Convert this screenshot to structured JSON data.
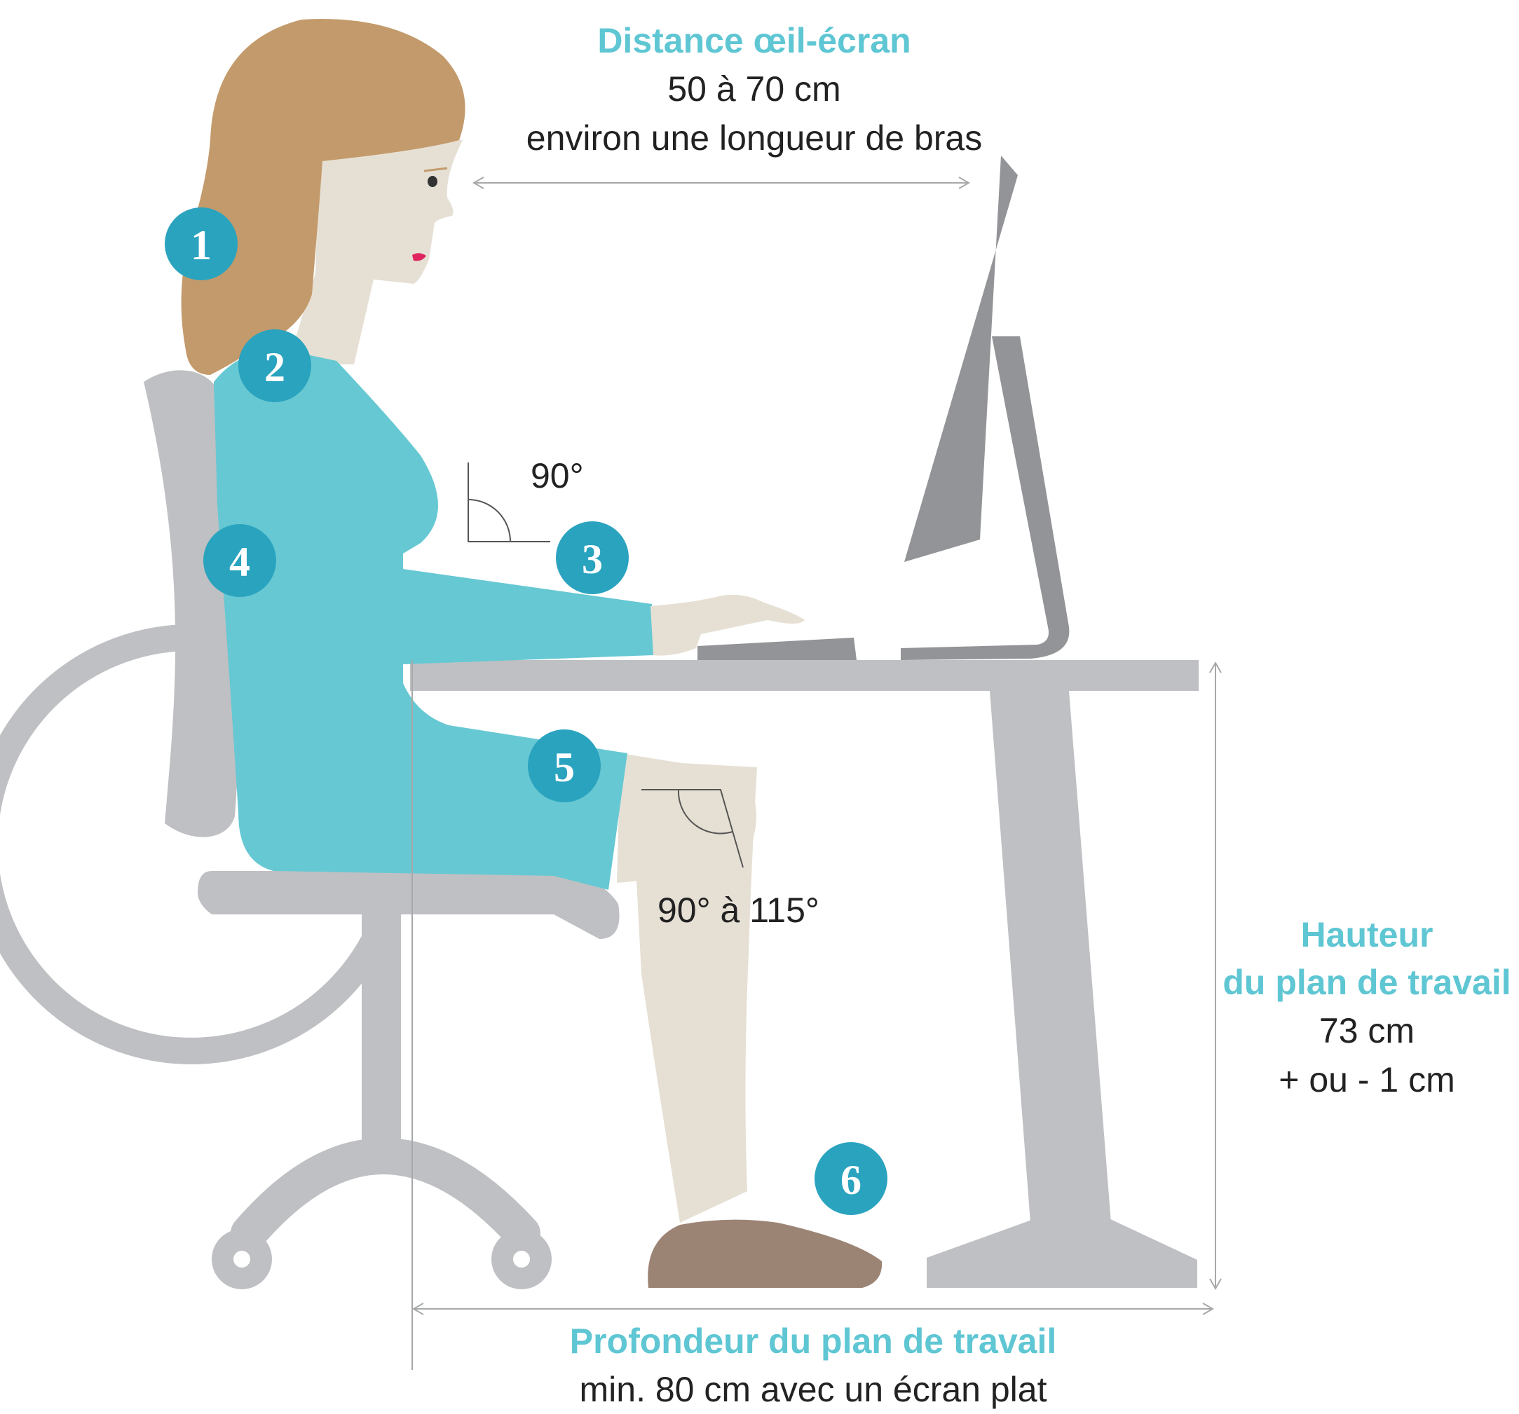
{
  "eye_screen": {
    "title": "Distance œil-écran",
    "line1": "50 à 70 cm",
    "line2": "environ une longueur de bras"
  },
  "desk_height": {
    "title_line1": "Hauteur",
    "title_line2": "du plan de travail",
    "line1": "73 cm",
    "line2": "+ ou - 1 cm"
  },
  "desk_depth": {
    "title": "Profondeur du plan de travail",
    "line1": "min. 80 cm avec un écran plat"
  },
  "angles": {
    "elbow": "90°",
    "knee": "90° à 115°"
  },
  "badges": [
    "1",
    "2",
    "3",
    "4",
    "5",
    "6"
  ],
  "colors": {
    "accent": "#5fc6d3",
    "badge": "#2aa3bf",
    "dress": "#66c8d3",
    "hair": "#c39a6b",
    "skin": "#e6e0d4",
    "shoe": "#9c8475",
    "furniture": "#bfc0c3",
    "monitor": "#939497"
  }
}
